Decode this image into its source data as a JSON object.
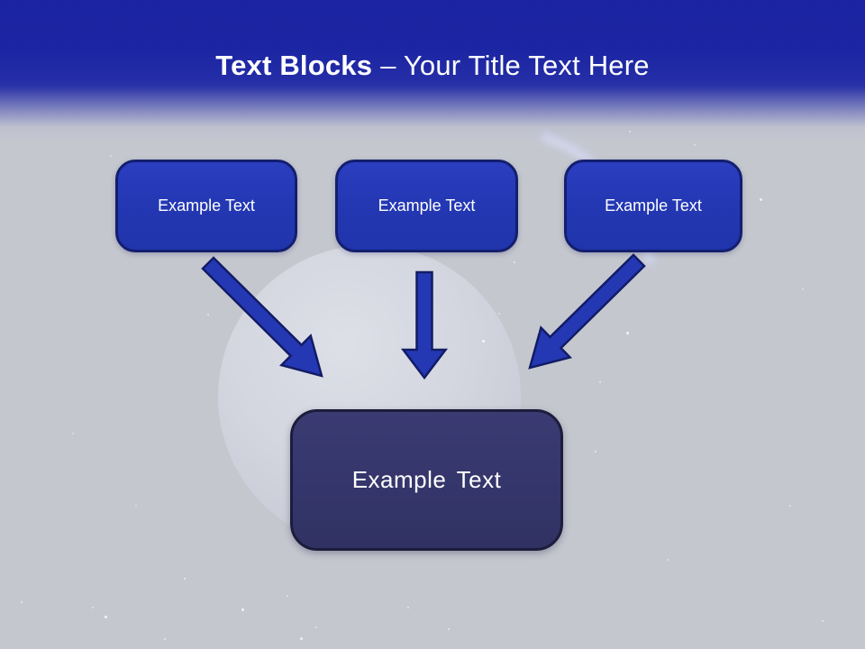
{
  "slide": {
    "title": {
      "bold": "Text Blocks",
      "rest": "– Your Title Text Here"
    },
    "source_blocks": [
      {
        "label": "Example Text"
      },
      {
        "label": "Example Text"
      },
      {
        "label": "Example Text"
      }
    ],
    "target_block": {
      "label": "Example Text"
    }
  },
  "colors": {
    "header_blue_top": "#1b23a2",
    "header_blue_bottom": "#2b33a7",
    "background_gray": "#c5c7cf",
    "block_fill": "#2337b2",
    "block_border": "#131f6e",
    "target_fill": "#34356a",
    "target_border": "#1c1c3c",
    "arrow_fill": "#2438b4",
    "arrow_outline": "#121c66",
    "title_text": "#ffffff",
    "block_text": "#ffffff"
  },
  "background": {
    "decor": [
      "faint-planet-circle",
      "crescent-glow-arc",
      "star-dots"
    ],
    "stars": [
      [
        122,
        172,
        2,
        0.5
      ],
      [
        230,
        348,
        2,
        0.6
      ],
      [
        473,
        305,
        2,
        0.7
      ],
      [
        535,
        377,
        3,
        0.8
      ],
      [
        570,
        290,
        2,
        0.6
      ],
      [
        553,
        347,
        2,
        0.5
      ],
      [
        597,
        367,
        2,
        0.5
      ],
      [
        695,
        368,
        3,
        0.8
      ],
      [
        665,
        423,
        2,
        0.6
      ],
      [
        843,
        220,
        3,
        0.7
      ],
      [
        698,
        145,
        2,
        0.6
      ],
      [
        770,
        160,
        2,
        0.5
      ],
      [
        23,
        667,
        2,
        0.6
      ],
      [
        102,
        673,
        2,
        0.5
      ],
      [
        116,
        683,
        3,
        0.8
      ],
      [
        204,
        641,
        2,
        0.7
      ],
      [
        268,
        675,
        3,
        0.8
      ],
      [
        318,
        660,
        2,
        0.5
      ],
      [
        452,
        673,
        2,
        0.6
      ],
      [
        333,
        707,
        3,
        0.7
      ],
      [
        182,
        708,
        2,
        0.6
      ],
      [
        350,
        695,
        2,
        0.5
      ],
      [
        497,
        697,
        2,
        0.6
      ],
      [
        912,
        688,
        2,
        0.6
      ],
      [
        876,
        560,
        2,
        0.5
      ],
      [
        80,
        480,
        2,
        0.4
      ],
      [
        660,
        500,
        2,
        0.6
      ],
      [
        740,
        620,
        2,
        0.5
      ],
      [
        150,
        560,
        2,
        0.4
      ],
      [
        890,
        320,
        2,
        0.5
      ]
    ]
  }
}
